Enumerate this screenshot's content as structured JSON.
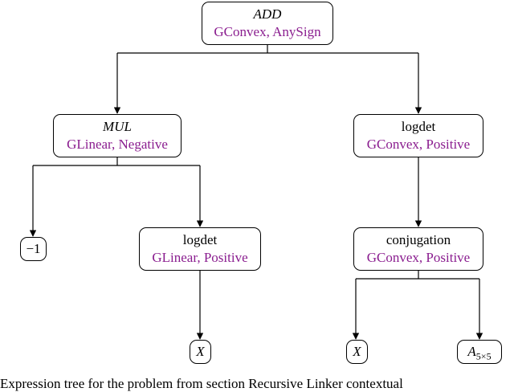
{
  "root": {
    "name": "ADD",
    "props": "GConvex, AnySign"
  },
  "mul": {
    "name": "MUL",
    "props": "GLinear, Negative"
  },
  "logdet_right": {
    "name": "logdet",
    "props": "GConvex, Positive"
  },
  "neg_one": {
    "name": "−1"
  },
  "logdet_left": {
    "name": "logdet",
    "props": "GLinear, Positive"
  },
  "conjugation": {
    "name": "conjugation",
    "props": "GConvex, Positive"
  },
  "leaf_x_left": {
    "name": "X"
  },
  "leaf_x_right": {
    "name": "X"
  },
  "leaf_a": {
    "name": "A",
    "sub": "5×5"
  },
  "caption": "Expression tree for the problem from section Recursive Linker contextual"
}
